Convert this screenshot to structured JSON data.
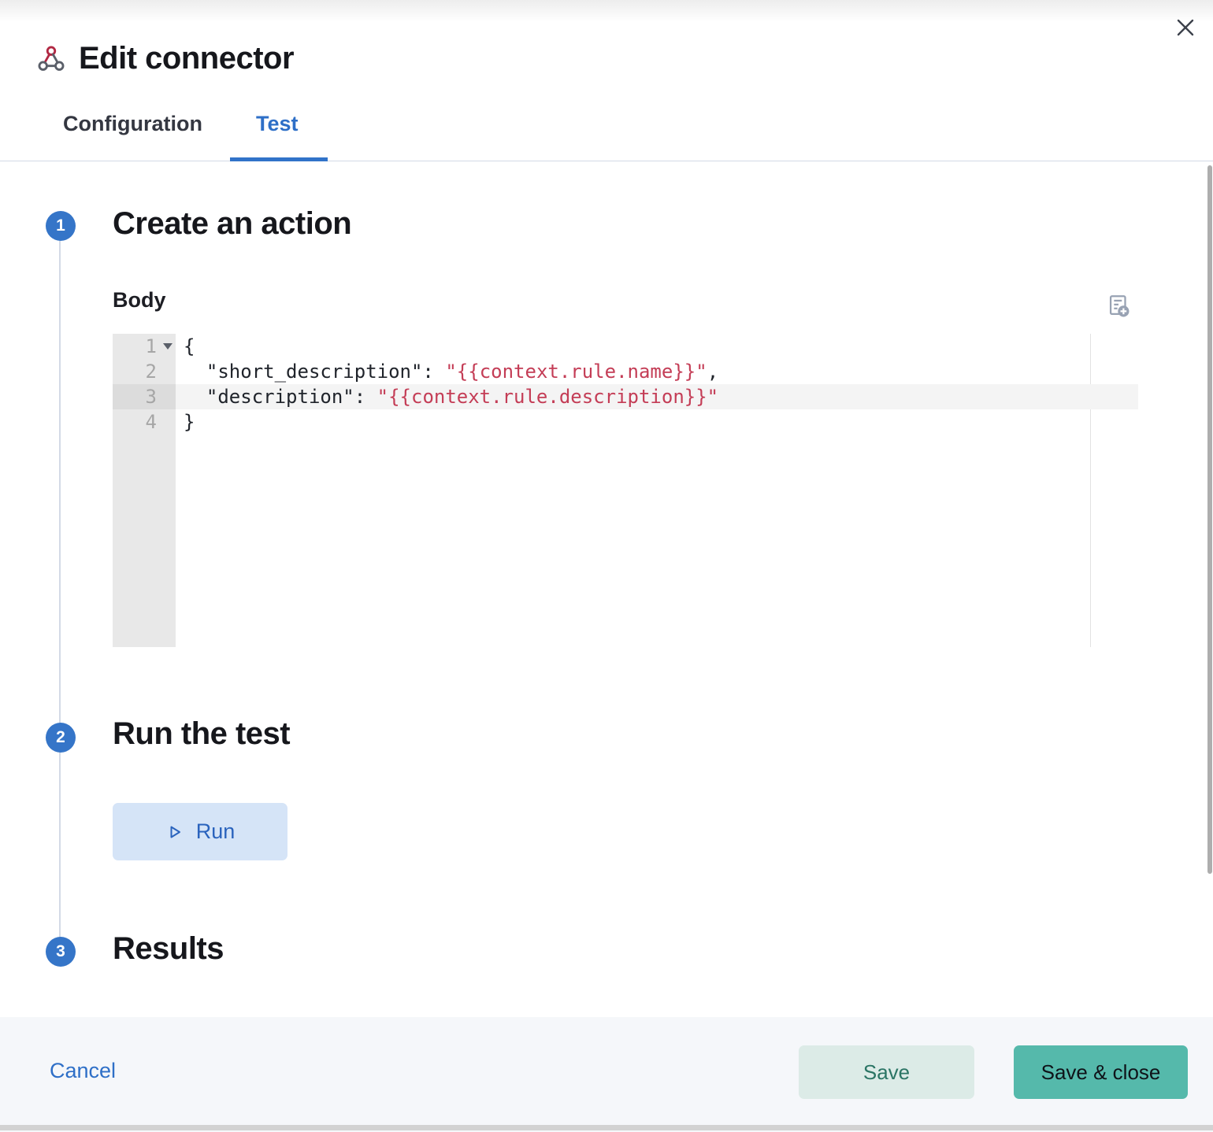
{
  "dialog": {
    "title": "Edit connector"
  },
  "tabs": [
    {
      "label": "Configuration",
      "active": false
    },
    {
      "label": "Test",
      "active": true
    }
  ],
  "steps": [
    {
      "number": "1",
      "title": "Create an action"
    },
    {
      "number": "2",
      "title": "Run the test"
    },
    {
      "number": "3",
      "title": "Results"
    }
  ],
  "body_field": {
    "label": "Body"
  },
  "editor": {
    "lines": [
      {
        "num": "1",
        "text": "{"
      },
      {
        "num": "2",
        "key": "  \"short_description\": ",
        "value": "\"{{context.rule.name}}\"",
        "tail": ","
      },
      {
        "num": "3",
        "key": "  \"description\": ",
        "value": "\"{{context.rule.description}}\"",
        "tail": ""
      },
      {
        "num": "4",
        "text": "}"
      }
    ]
  },
  "run": {
    "label": "Run"
  },
  "footer": {
    "cancel": "Cancel",
    "save": "Save",
    "save_close": "Save & close"
  },
  "colors": {
    "primary": "#3173c9",
    "success": "#55b9ab",
    "code_string": "#c43d56",
    "border": "#d3dae6",
    "footer_bg": "#f5f7fa"
  }
}
